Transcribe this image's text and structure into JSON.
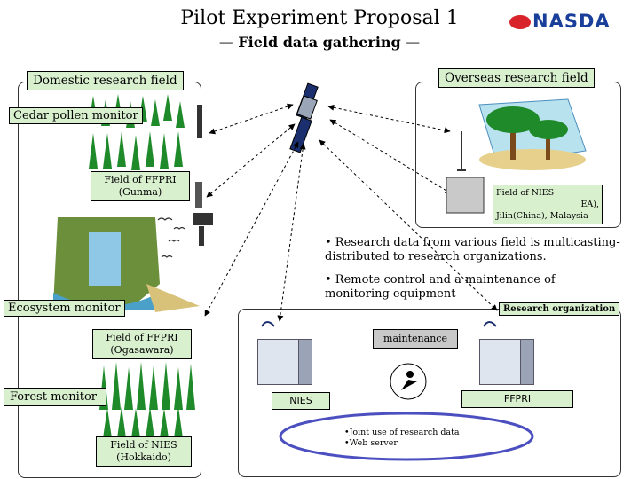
{
  "header": {
    "title": "Pilot Experiment Proposal 1",
    "subtitle": "— Field data gathering —",
    "logo": "NASDA"
  },
  "domestic": {
    "header": "Domestic research field",
    "cedar_label": "Cedar pollen monitor",
    "ffpri_gunma": "Field of FFPRI (Gunma)",
    "ecosystem_label": "Ecosystem monitor",
    "ffpri_ogasawara": "Field of FFPRI (Ogasawara)",
    "forest_label": "Forest monitor",
    "nies_hokkaido": "Field of NIES (Hokkaido)"
  },
  "overseas": {
    "header": "Overseas research field",
    "nies_field_line1": "Field of NIES",
    "nies_field_line2": "EA),",
    "nies_field_line3": "Jilin(China), Malaysia"
  },
  "info": {
    "bullet1": "• Research data from various field is multicasting-distributed to research organizations.",
    "bullet2": "• Remote control and a maintenance of monitoring equipment"
  },
  "organizations": {
    "label": "Research organization",
    "maintenance": "maintenance",
    "nies": "NIES",
    "ffpri": "FFPRI",
    "joint_use": "•Joint use of research data",
    "web_server": "•Web server"
  },
  "colors": {
    "label_fill": "#d9f0cf",
    "tree_green": "#1f8a2a",
    "logo_blue": "#1a3f9a",
    "logo_red": "#d8232a",
    "ellipse_stroke": "#4b4fbf"
  }
}
